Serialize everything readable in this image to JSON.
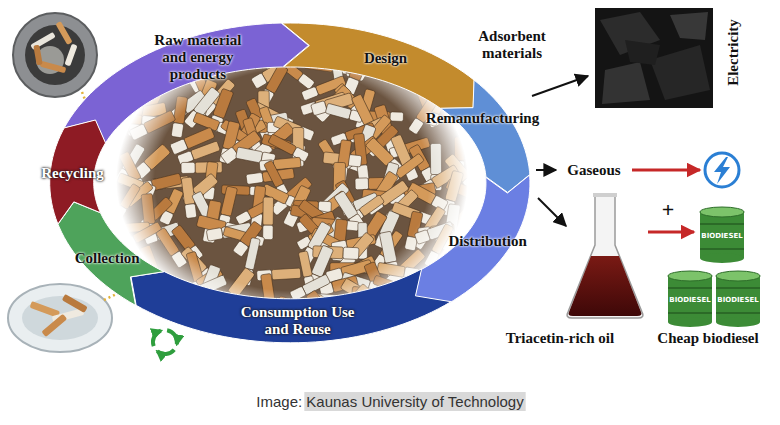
{
  "diagram": {
    "caption": "Image: Kaunas University of Technology",
    "nodes": [
      {
        "text": [
          "Raw material and energy products"
        ]
      },
      {
        "text": [
          "Design"
        ]
      },
      {
        "text": [
          "Remanufacturing"
        ]
      },
      {
        "text": [
          "Distribution"
        ]
      },
      {
        "text": [
          "Consumption Use and Reuse"
        ]
      },
      {
        "text": [
          "Collection"
        ]
      },
      {
        "text": [
          "Recycling"
        ]
      }
    ],
    "labels": [
      "Adsorbent materials",
      "Electricity",
      "Gaseous",
      "+",
      "Triacetin-rich oil",
      "Cheap biodiesel",
      "BIODIESEL",
      "BIODIESEL",
      "BIODIESEL"
    ]
  }
}
